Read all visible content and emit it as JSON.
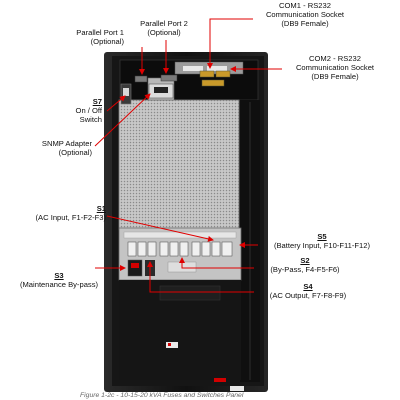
{
  "colors": {
    "arrow": "#e00000",
    "cabinet": "#1c1c1c",
    "panel": "#c4c4c4"
  },
  "labels": {
    "parallel_port_1": {
      "lines": [
        "Parallel Port 1",
        "(Optional)"
      ]
    },
    "parallel_port_2": {
      "lines": [
        "Parallel Port 2",
        "(Optional)"
      ]
    },
    "com1": {
      "lines": [
        "COM1 - RS232",
        "Communication Socket",
        "(DB9 Female)"
      ]
    },
    "com2": {
      "lines": [
        "COM2 - RS232",
        "Communication Socket",
        "(DB9 Female)"
      ]
    },
    "s7": {
      "id": "S7",
      "lines": [
        "On / Off",
        "Switch"
      ]
    },
    "snmp": {
      "lines": [
        "SNMP Adapter",
        "(Optional)"
      ]
    },
    "s1": {
      "id": "S1",
      "lines": [
        "(AC Input, F1-F2-F3)"
      ]
    },
    "s5": {
      "id": "S5",
      "lines": [
        "(Battery Input, F10-F11-F12)"
      ]
    },
    "s2": {
      "id": "S2",
      "lines": [
        "(By-Pass, F4-F5-F6)"
      ]
    },
    "s3": {
      "id": "S3",
      "lines": [
        "(Maintenance By-pass)"
      ]
    },
    "s4": {
      "id": "S4",
      "lines": [
        "(AC Output, F7-F8-F9)"
      ]
    }
  },
  "caption": "Figure 1-2c - 10-15-20 kVA Fuses and Switches Panel"
}
